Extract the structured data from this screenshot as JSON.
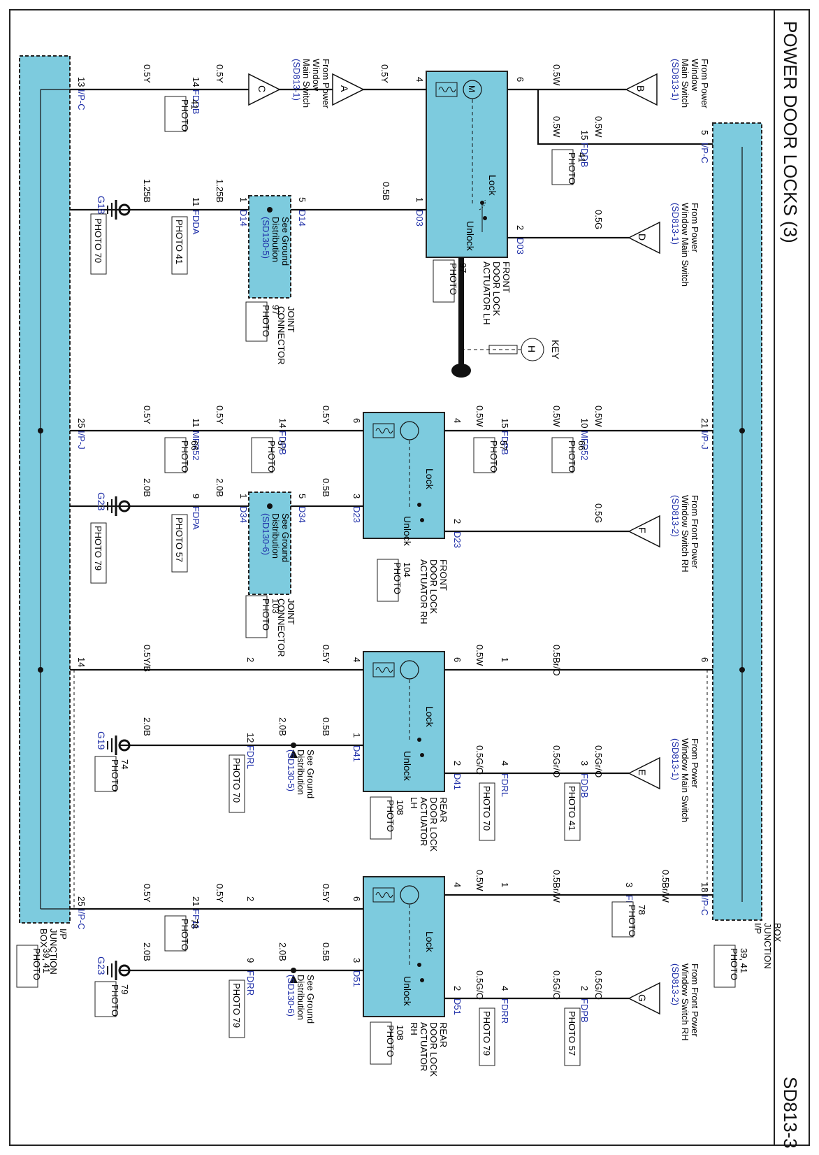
{
  "page": {
    "title": "POWER DOOR LOCKS (3)",
    "code": "SD813-3"
  },
  "junction_box_label": [
    "I/P",
    "JUNCTION",
    "BOX"
  ],
  "junction_box_photo": [
    "PHOTO",
    "39, 41"
  ],
  "key_label": "KEY",
  "key_letter": "H",
  "sources": [
    {
      "letter": "B",
      "lines": [
        "From Power",
        "Window",
        "Main Switch",
        "(SD813-1)"
      ]
    },
    {
      "letter": "A",
      "lines": [
        "From Power",
        "Window",
        "Main Switch",
        "(SD813-1)"
      ]
    },
    {
      "letter": "C",
      "lines": []
    },
    {
      "letter": "D",
      "lines": [
        "From Power",
        "Window Main Switch",
        "(SD813-1)"
      ]
    },
    {
      "letter": "F",
      "lines": [
        "From Front Power",
        "Window Switch RH",
        "(SD813-2)"
      ]
    },
    {
      "letter": "E",
      "lines": [
        "From Power",
        "Window Main Switch",
        "(SD813-1)"
      ]
    },
    {
      "letter": "G",
      "lines": [
        "From Front Power",
        "Window Switch RH",
        "(SD813-2)"
      ]
    }
  ],
  "actuators": [
    {
      "name": [
        "FRONT",
        "DOOR LOCK",
        "ACTUATOR LH"
      ],
      "photo": [
        "PHOTO",
        "97"
      ],
      "pins": [
        "6",
        "4",
        "2",
        "1"
      ],
      "connector": "D03"
    },
    {
      "name": [
        "FRONT",
        "DOOR LOCK",
        "ACTUATOR RH"
      ],
      "photo": [
        "PHOTO",
        "104"
      ],
      "pins": [
        "4",
        "6",
        "2",
        "3"
      ],
      "connector": "D23"
    },
    {
      "name": [
        "REAR",
        "DOOR LOCK",
        "ACTUATOR",
        "LH"
      ],
      "photo": [
        "PHOTO",
        "108"
      ],
      "pins": [
        "6",
        "4",
        "2",
        "1"
      ],
      "connector": "D41"
    },
    {
      "name": [
        "REAR",
        "DOOR LOCK",
        "ACTUATOR",
        "RH"
      ],
      "photo": [
        "PHOTO",
        "108"
      ],
      "pins": [
        "4",
        "6",
        "2",
        "3"
      ],
      "connector": "D51"
    }
  ],
  "actuator_labels": {
    "motor": "M",
    "lock": "Lock",
    "unlock": "Unlock"
  },
  "joint_connectors": [
    {
      "name": [
        "JOINT",
        "CONNECTOR"
      ],
      "photo": [
        "PHOTO",
        "97"
      ],
      "see": [
        "See Ground",
        "Distribution",
        "(SD130-5)"
      ],
      "conn": "D14",
      "pin_in": "5",
      "pin_out": "1"
    },
    {
      "name": [
        "JOINT",
        "CONNECTOR"
      ],
      "photo": [
        "PHOTO",
        "103"
      ],
      "see": [
        "See Ground",
        "Distribution",
        "(SD130-6)"
      ],
      "conn": "D34",
      "pin_in": "5",
      "pin_out": "1"
    }
  ],
  "ground_refs": [
    {
      "see": [
        "See Ground",
        "Distribution",
        "(SD130-5)"
      ]
    },
    {
      "see": [
        "See Ground",
        "Distribution",
        "(SD130-6)"
      ]
    }
  ],
  "grounds": [
    {
      "id": "G18",
      "photo": "PHOTO 70"
    },
    {
      "id": "G23",
      "photo": "PHOTO 79"
    },
    {
      "id": "G19",
      "photo": [
        "PHOTO",
        "74"
      ]
    },
    {
      "id": "G23",
      "photo": [
        "PHOTO",
        "79"
      ]
    }
  ],
  "connectors": {
    "FDDB": "FDDB",
    "FDDA": "FDDA",
    "FDPB": "FDPB",
    "MFR52": "MFR52",
    "FDPA": "FDPA",
    "FDRL": "FDRL",
    "FDRR": "FDRR",
    "FF11": "FF11",
    "IPC": "I/P-C",
    "IPJ": "I/P-J"
  },
  "photos": {
    "p41": [
      "PHOTO",
      "41"
    ],
    "p41_1": "PHOTO 41",
    "p57": [
      "PHOTO",
      "57"
    ],
    "p57_1": "PHOTO 57",
    "p66": [
      "PHOTO",
      "66"
    ],
    "p70_1": "PHOTO 70",
    "p41b": "PHOTO 41",
    "p79_1": "PHOTO 79",
    "p78": [
      "PHOTO",
      "78"
    ]
  },
  "wires": {
    "w05Y": "0.5Y",
    "w05W": "0.5W",
    "w05B": "0.5B",
    "w05G": "0.5G",
    "w125B": "1.25B",
    "w20B": "2.0B",
    "w05YB": "0.5Y/B",
    "w05BrO": "0.5Br/O",
    "w05GrO": "0.5Gr/O",
    "w05GO": "0.5G/O",
    "w05BrW": "0.5Br/W"
  },
  "pins": {
    "p1": "1",
    "p2": "2",
    "p3": "3",
    "p4": "4",
    "p5": "5",
    "p6": "6",
    "p9": "9",
    "p10": "10",
    "p11": "11",
    "p12": "12",
    "p13": "13",
    "p14": "14",
    "p15": "15",
    "p18": "18",
    "p21": "21",
    "p25": "25"
  },
  "colors": {
    "box_fill": "#7dcbde",
    "box_stroke": "#222222",
    "connector_text": "#1f2fa8",
    "wire": "#111111"
  }
}
